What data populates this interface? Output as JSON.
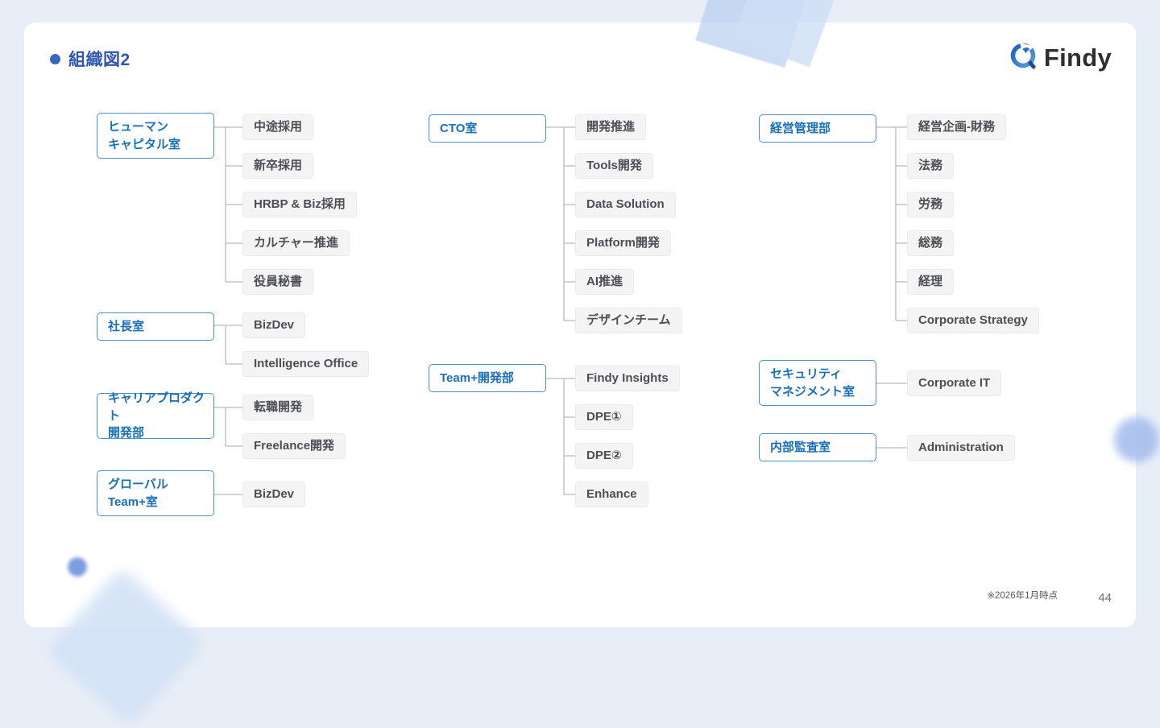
{
  "slide": {
    "title": "組織図2",
    "footnote": "※2026年1月時点",
    "page_number": "44",
    "logo_text": "Findy"
  },
  "org_chart": {
    "groups": [
      {
        "id": "human-capital",
        "parent": "ヒューマン\nキャピタル室",
        "children": [
          "中途採用",
          "新卒採用",
          "HRBP & Biz採用",
          "カルチャー推進",
          "役員秘書"
        ]
      },
      {
        "id": "ceo-office",
        "parent": "社長室",
        "children": [
          "BizDev",
          "Intelligence Office"
        ]
      },
      {
        "id": "career-product",
        "parent": "キャリアプロダクト\n開発部",
        "children": [
          "転職開発",
          "Freelance開発"
        ]
      },
      {
        "id": "global-teamplus",
        "parent": "グローバル\nTeam+室",
        "children": [
          "BizDev"
        ]
      },
      {
        "id": "cto-office",
        "parent": "CTO室",
        "children": [
          "開発推進",
          "Tools開発",
          "Data Solution",
          "Platform開発",
          "AI推進",
          "デザインチーム"
        ]
      },
      {
        "id": "teamplus-dev",
        "parent": "Team+開発部",
        "children": [
          "Findy Insights",
          "DPE①",
          "DPE②",
          "Enhance"
        ]
      },
      {
        "id": "corporate-management",
        "parent": "経営管理部",
        "children": [
          "経営企画-財務",
          "法務",
          "労務",
          "総務",
          "経理",
          "Corporate Strategy"
        ]
      },
      {
        "id": "security-management",
        "parent": "セキュリティ\nマネジメント室",
        "children": [
          "Corporate IT"
        ]
      },
      {
        "id": "internal-audit",
        "parent": "内部監査室",
        "children": [
          "Administration"
        ]
      }
    ]
  },
  "colors": {
    "accent_blue": "#2e56b2",
    "parent_box_border": "#4e8fcd",
    "parent_box_text": "#1a70b6",
    "child_box_bg": "#f4f4f5",
    "child_box_text": "#4b4e53",
    "connector": "#b7bbc1",
    "page_background": "#e8eef7"
  }
}
